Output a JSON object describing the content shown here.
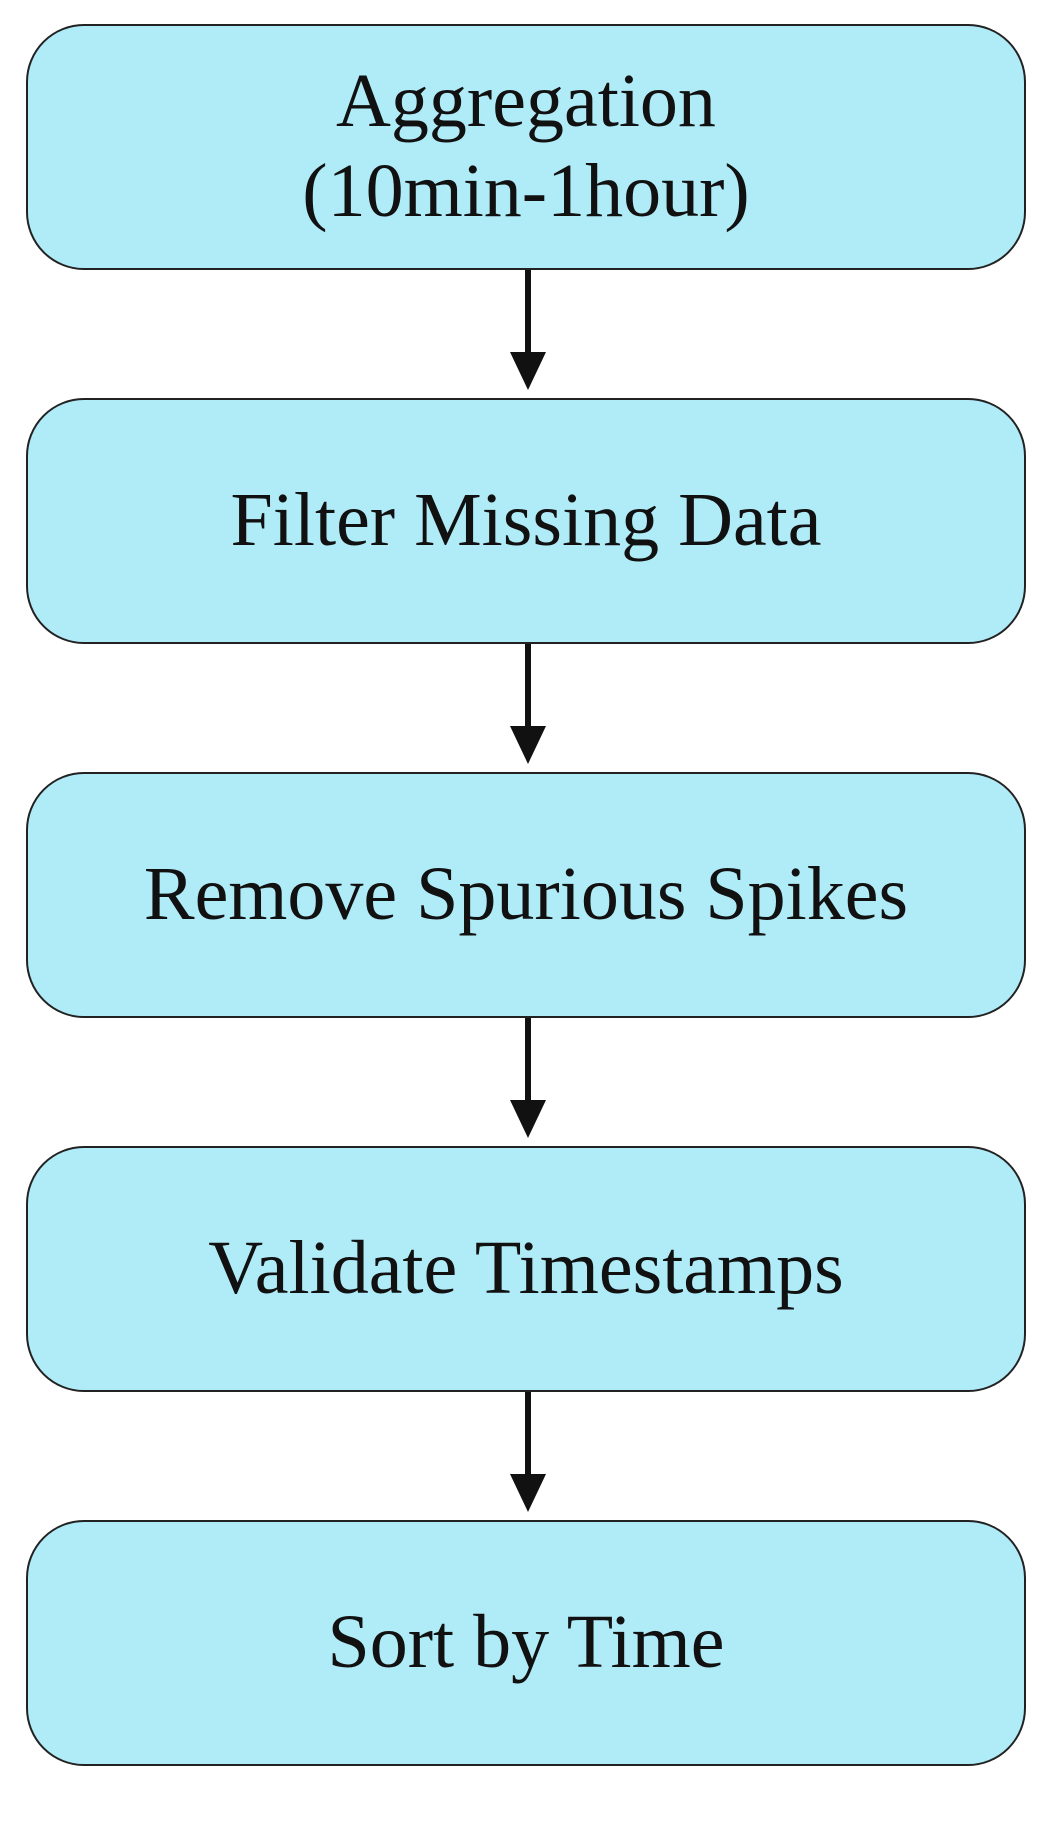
{
  "diagram": {
    "steps": [
      {
        "lines": [
          "Aggregation",
          "(10min-1hour)"
        ]
      },
      {
        "lines": [
          "Filter Missing Data"
        ]
      },
      {
        "lines": [
          "Remove Spurious Spikes"
        ]
      },
      {
        "lines": [
          "Validate Timestamps"
        ]
      },
      {
        "lines": [
          "Sort by Time"
        ]
      }
    ],
    "box_fill": "#b0ebf8",
    "box_border": "#222222",
    "arrow_color": "#111111"
  }
}
